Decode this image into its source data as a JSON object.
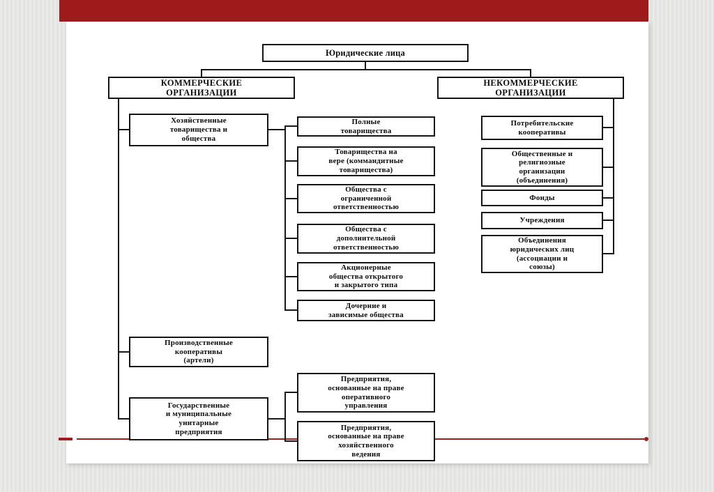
{
  "slide": {
    "top_bar_color": "#9f1b1b",
    "underline_color": "#a11c1c",
    "line_color": "#181818"
  },
  "chart": {
    "root": "Юридические лица",
    "commercial_header": "КОММЕРЧЕСКИЕ\nОРГАНИЗАЦИИ",
    "noncommercial_header": "НЕКОММЕРЧЕСКИЕ\nОРГАНИЗАЦИИ",
    "commercial": {
      "economic_partnerships": "Хозяйственные\nтоварищества и\nобщества",
      "economic_partnership_types": [
        "Полные\nтоварищества",
        "Товарищества на\nвере (коммандитные\nтоварищества)",
        "Общества с\nограниченной\nответственностью",
        "Общества с\nдополнительной\nответственностью",
        "Акционерные\nобщества открытого\nи закрытого типа",
        "Дочерние и\nзависимые общества"
      ],
      "production_cooperatives": "Производственные\nкооперативы\n(артели)",
      "unitary_enterprises": "Государственные\nи муниципальные\nунитарные\nпредприятия",
      "unitary_enterprise_types": [
        "Предприятия,\nоснованные на праве\nоперативного\nуправления",
        "Предприятия,\nоснованные на праве\nхозяйственного\nведения"
      ]
    },
    "noncommercial": {
      "items": [
        "Потребительские\nкооперативы",
        "Общественные и\nрелигиозные\nорганизации\n(объединения)",
        "Фонды",
        "Учреждения",
        "Объединения\nюридических лиц\n(ассоциации и\nсоюзы)"
      ]
    }
  }
}
